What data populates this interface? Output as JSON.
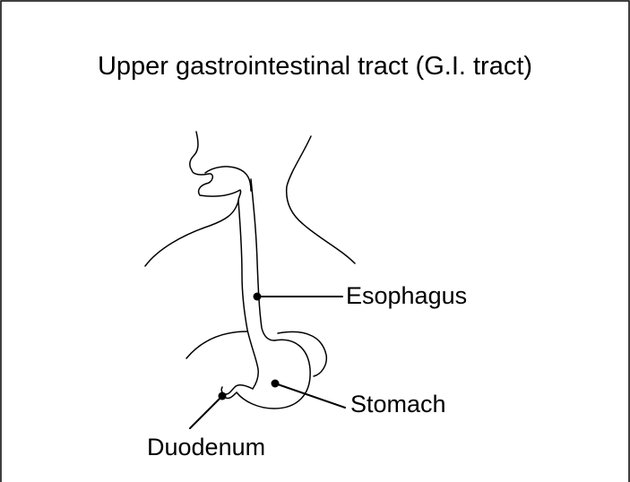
{
  "title": "Upper gastrointestinal tract (G.I. tract)",
  "labels": {
    "esophagus": "Esophagus",
    "stomach": "Stomach",
    "duodenum": "Duodenum"
  },
  "colors": {
    "line": "#000000",
    "background": "#ffffff",
    "border": "#000000"
  }
}
